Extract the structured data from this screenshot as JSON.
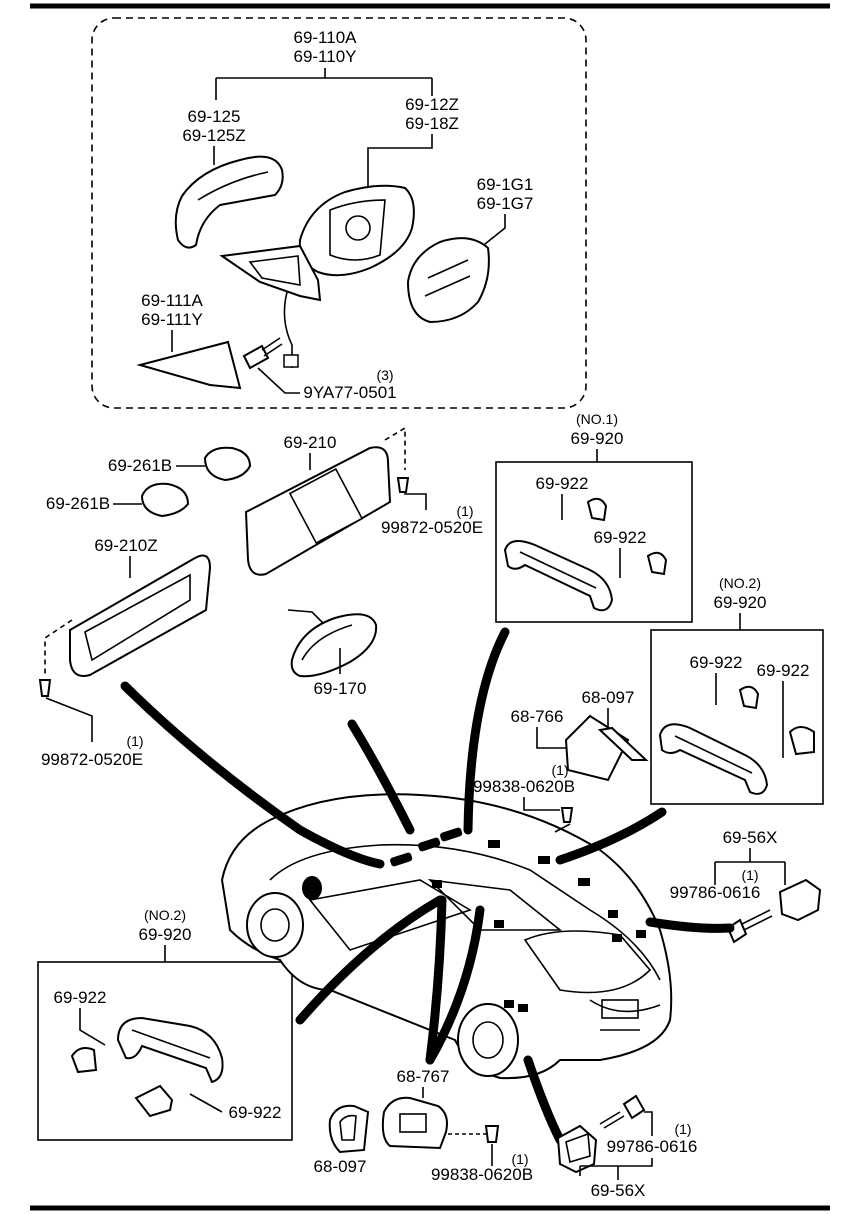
{
  "mirror": {
    "assembly": [
      "69-110A",
      "69-110Y"
    ],
    "cover": [
      "69-125",
      "69-125Z"
    ],
    "body": [
      "69-12Z",
      "69-18Z"
    ],
    "glass": [
      "69-1G1",
      "69-1G7"
    ],
    "garnish": [
      "69-111A",
      "69-111Y"
    ],
    "bolt_qty": "(3)",
    "bolt": "9YA77-0501"
  },
  "visors": {
    "clip_a": "69-261B",
    "clip_b": "69-261B",
    "visor_r": "69-210",
    "screw_r_qty": "(1)",
    "screw_r": "99872-0520E",
    "visor_l": "69-210Z",
    "screw_l_qty": "(1)",
    "screw_l": "99872-0520E"
  },
  "rear_mirror": "69-170",
  "grip_no1": {
    "tag": "(NO.1)",
    "part": "69-920",
    "cap_a": "69-922",
    "cap_b": "69-922"
  },
  "grip_no2_right": {
    "tag": "(NO.2)",
    "part": "69-920",
    "cap_a": "69-922",
    "cap_b": "69-922"
  },
  "grip_no2_left": {
    "tag": "(NO.2)",
    "part": "69-920",
    "cap_a": "69-922",
    "cap_b": "69-922"
  },
  "map_lamp": {
    "housing": "68-766",
    "lens": "68-097",
    "screw_qty": "(1)",
    "screw": "99838-0620B"
  },
  "rear_hook": {
    "part": "69-56X",
    "bolt_qty": "(1)",
    "bolt": "99786-0616"
  },
  "bottom_lamp": {
    "housing": "68-767",
    "lens": "68-097",
    "screw_qty": "(1)",
    "screw": "99838-0620B"
  },
  "bottom_hook": {
    "part": "69-56X",
    "bolt_qty": "(1)",
    "bolt": "99786-0616"
  }
}
